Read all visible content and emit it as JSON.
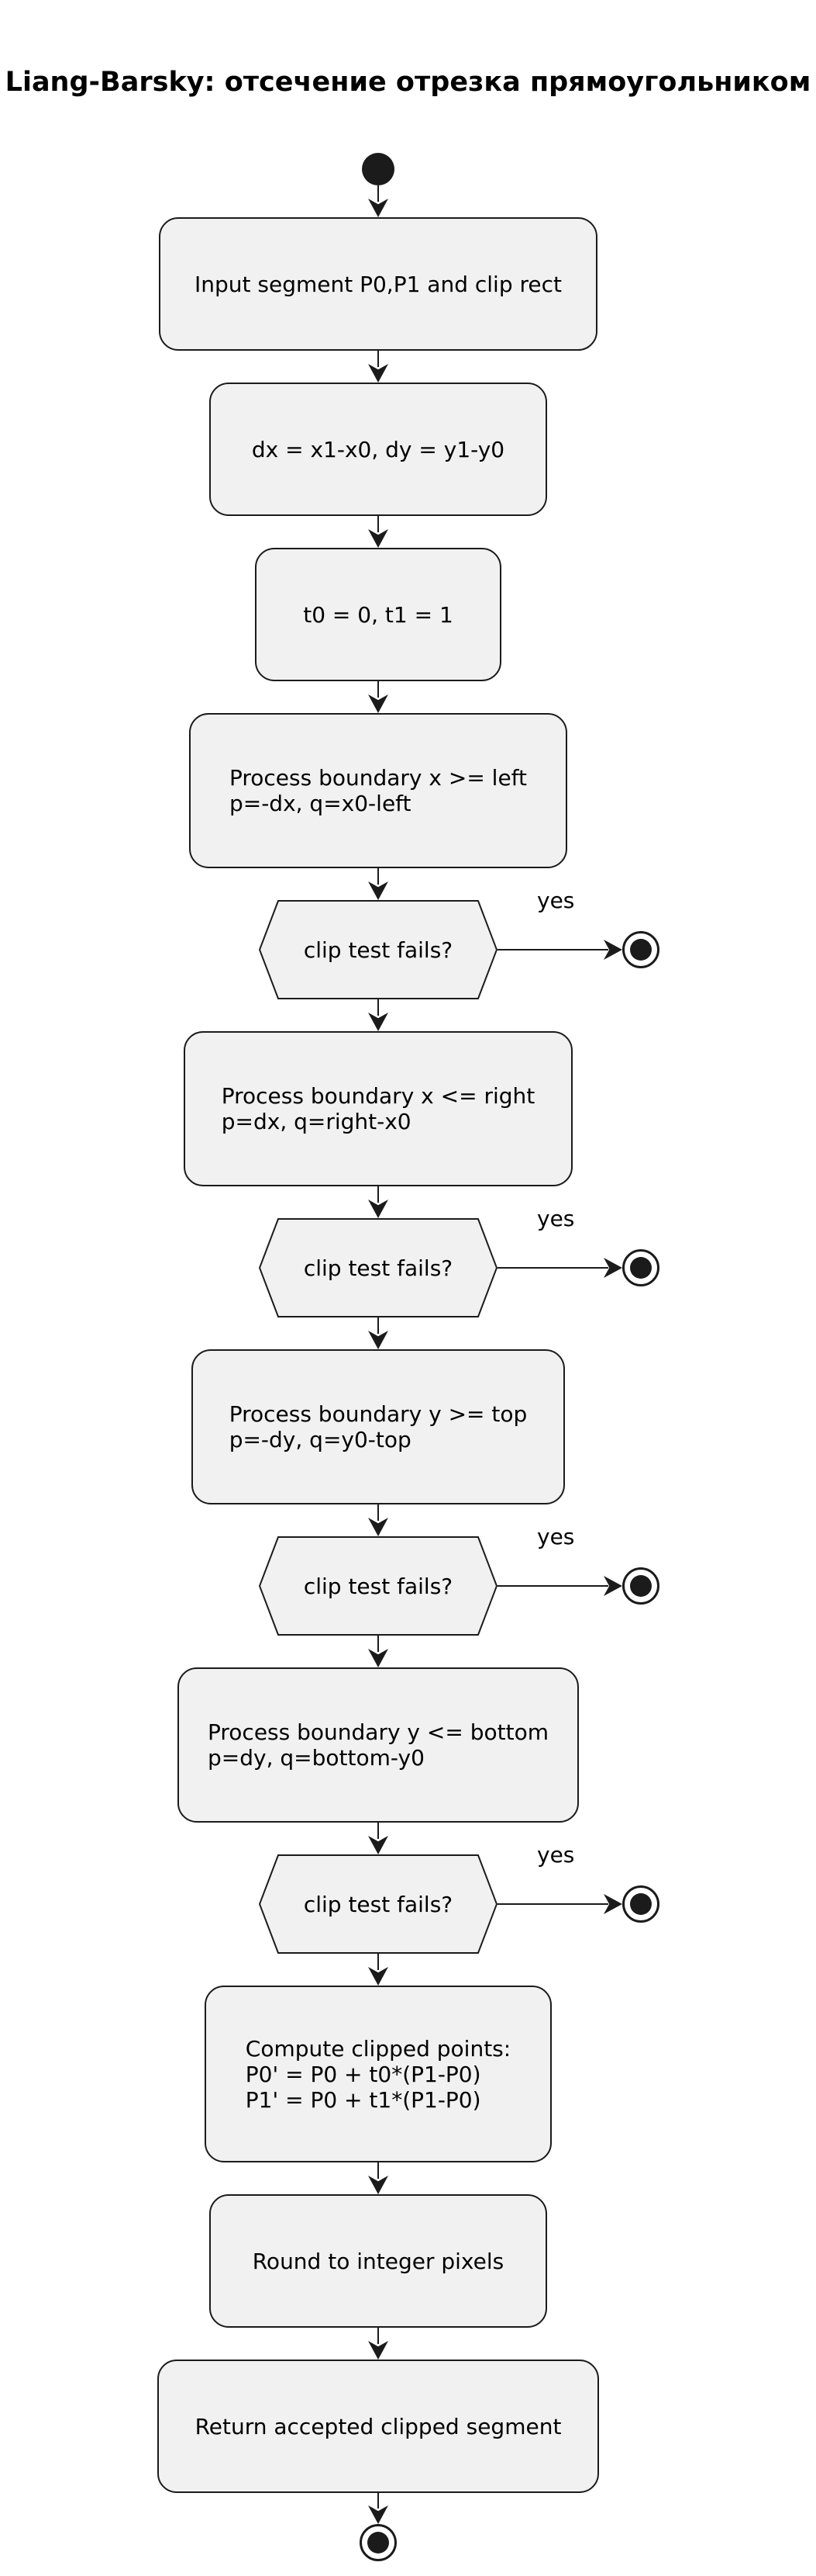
{
  "title": "Liang-Barsky: отсечение отрезка прямоугольником",
  "colors": {
    "background": "#ffffff",
    "node_fill": "#f1f1f1",
    "node_border": "#1b1b1b",
    "line": "#1b1b1b",
    "text": "#000000"
  },
  "steps": [
    {
      "id": "input",
      "lines": [
        "Input segment P0,P1 and clip rect"
      ]
    },
    {
      "id": "deltas",
      "lines": [
        "dx = x1-x0, dy = y1-y0"
      ]
    },
    {
      "id": "init-t",
      "lines": [
        "t0 = 0, t1 = 1"
      ]
    },
    {
      "id": "bound-left",
      "lines": [
        "Process boundary x >= left",
        "p=-dx, q=x0-left"
      ]
    },
    {
      "id": "bound-right",
      "lines": [
        "Process boundary x <= right",
        "p=dx, q=right-x0"
      ]
    },
    {
      "id": "bound-top",
      "lines": [
        "Process boundary y >= top",
        "p=-dy, q=y0-top"
      ]
    },
    {
      "id": "bound-bottom",
      "lines": [
        "Process boundary y <= bottom",
        "p=dy, q=bottom-y0"
      ]
    },
    {
      "id": "compute",
      "lines": [
        "Compute clipped points:",
        "P0' = P0 + t0*(P1-P0)",
        "P1' = P0 + t1*(P1-P0)"
      ]
    },
    {
      "id": "round",
      "lines": [
        "Round to integer pixels"
      ]
    },
    {
      "id": "return",
      "lines": [
        "Return accepted clipped segment"
      ]
    }
  ],
  "decisions": [
    {
      "question": "clip test fails?",
      "branch": "yes"
    },
    {
      "question": "clip test fails?",
      "branch": "yes"
    },
    {
      "question": "clip test fails?",
      "branch": "yes"
    },
    {
      "question": "clip test fails?",
      "branch": "yes"
    }
  ]
}
